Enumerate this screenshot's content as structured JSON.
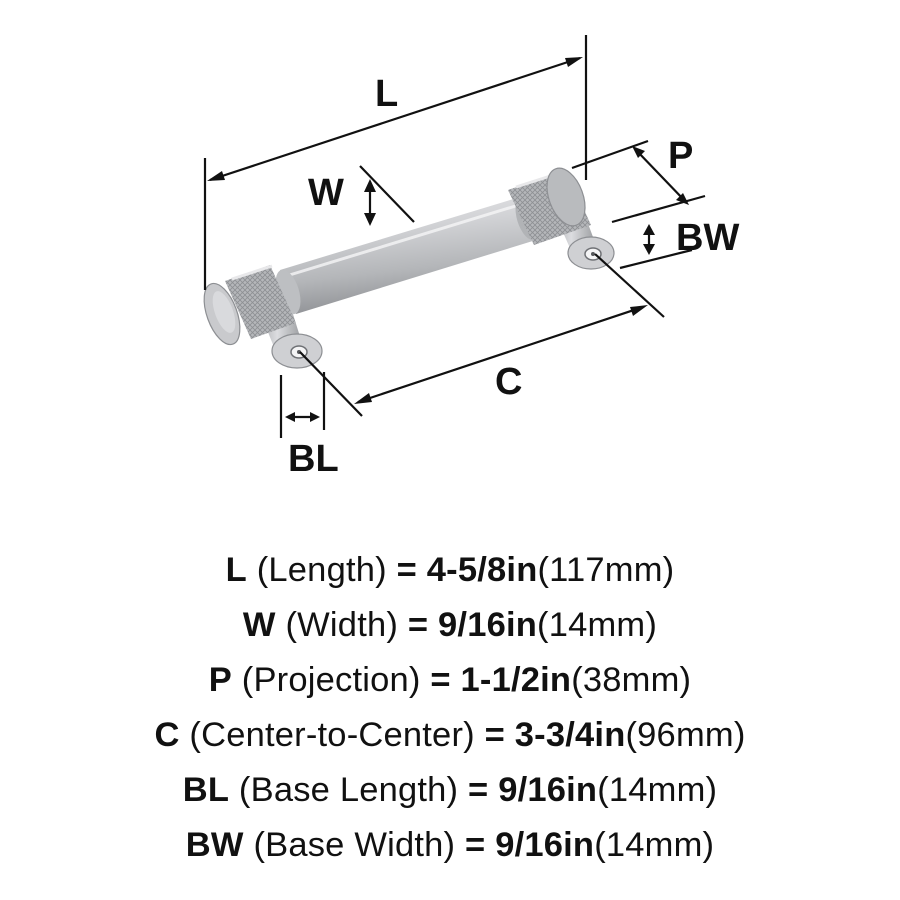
{
  "diagram": {
    "labels": {
      "length": "L",
      "width": "W",
      "projection": "P",
      "base_width": "BW",
      "center": "C",
      "base_length": "BL"
    },
    "colors": {
      "metal_light": "#e4e4e6",
      "metal_mid": "#c2c3c6",
      "metal_dark": "#8e9094",
      "line": "#111111"
    }
  },
  "specs": [
    {
      "abbr": "L",
      "name": "(Length)",
      "eq": "=",
      "imperial": "4-5/8in",
      "metric": "(117mm)"
    },
    {
      "abbr": "W",
      "name": "(Width)",
      "eq": "=",
      "imperial": "9/16in",
      "metric": "(14mm)"
    },
    {
      "abbr": "P",
      "name": "(Projection)",
      "eq": "=",
      "imperial": "1-1/2in",
      "metric": "(38mm)"
    },
    {
      "abbr": "C",
      "name": "(Center-to-Center)",
      "eq": "=",
      "imperial": "3-3/4in",
      "metric": "(96mm)"
    },
    {
      "abbr": "BL",
      "name": "(Base Length)",
      "eq": "=",
      "imperial": "9/16in",
      "metric": "(14mm)"
    },
    {
      "abbr": "BW",
      "name": "(Base Width)",
      "eq": "=",
      "imperial": "9/16in",
      "metric": "(14mm)"
    }
  ]
}
